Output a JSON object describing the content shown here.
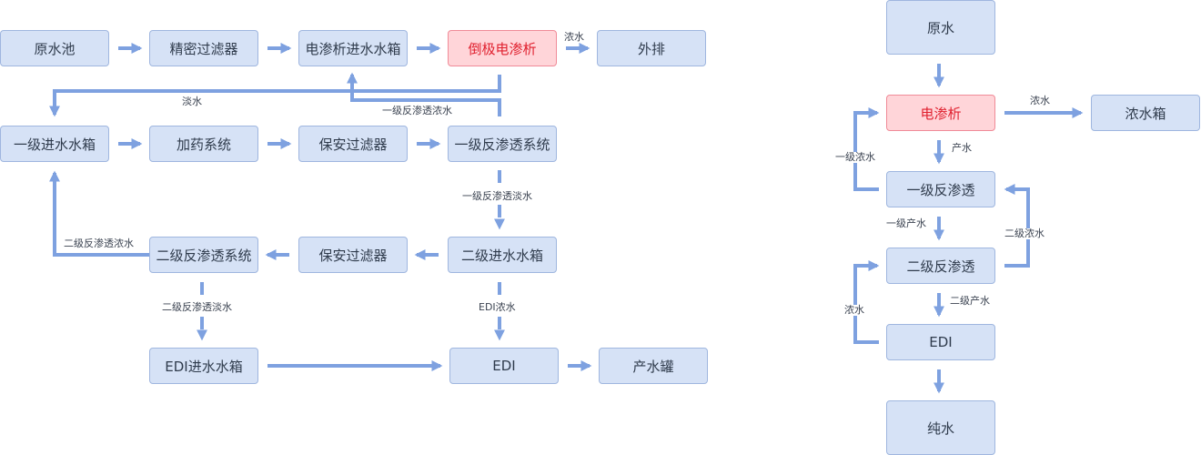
{
  "left": {
    "nodes": {
      "raw_pool": "原水池",
      "precision_filter": "精密过滤器",
      "ed_feed_tank": "电渗析进水水箱",
      "edr": "倒极电渗析",
      "discharge": "外排",
      "ro1_feed_tank": "一级进水水箱",
      "dosing": "加药系统",
      "security_filter_1": "保安过滤器",
      "ro1_system": "一级反渗透系统",
      "ro2_system": "二级反渗透系统",
      "security_filter_2": "保安过滤器",
      "ro2_feed_tank": "二级进水水箱",
      "edi_feed_tank": "EDI进水水箱",
      "edi": "EDI",
      "product_tank": "产水罐"
    },
    "labels": {
      "concentrate": "浓水",
      "fresh": "淡水",
      "ro1_concentrate": "一级反渗透浓水",
      "ro1_fresh": "一级反渗透淡水",
      "ro2_concentrate": "二级反渗透浓水",
      "ro2_fresh": "二级反渗透淡水",
      "edi_concentrate": "EDI浓水"
    }
  },
  "right": {
    "nodes": {
      "raw_water": "原水",
      "electrodialysis": "电渗析",
      "concentrate_tank": "浓水箱",
      "ro1": "一级反渗透",
      "ro2": "二级反渗透",
      "edi": "EDI",
      "pure_water": "纯水"
    },
    "labels": {
      "concentrate": "浓水",
      "product": "产水",
      "ro1_concentrate": "一级浓水",
      "ro1_product": "一级产水",
      "ro2_concentrate": "二级浓水",
      "ro2_product": "二级产水",
      "edi_concentrate": "浓水"
    }
  },
  "colors": {
    "box_fill": "#d6e2f6",
    "box_border": "#9fb6df",
    "highlight_fill": "#ffd5d9",
    "highlight_text": "#e0202e",
    "arrow": "#7ea1e0"
  }
}
